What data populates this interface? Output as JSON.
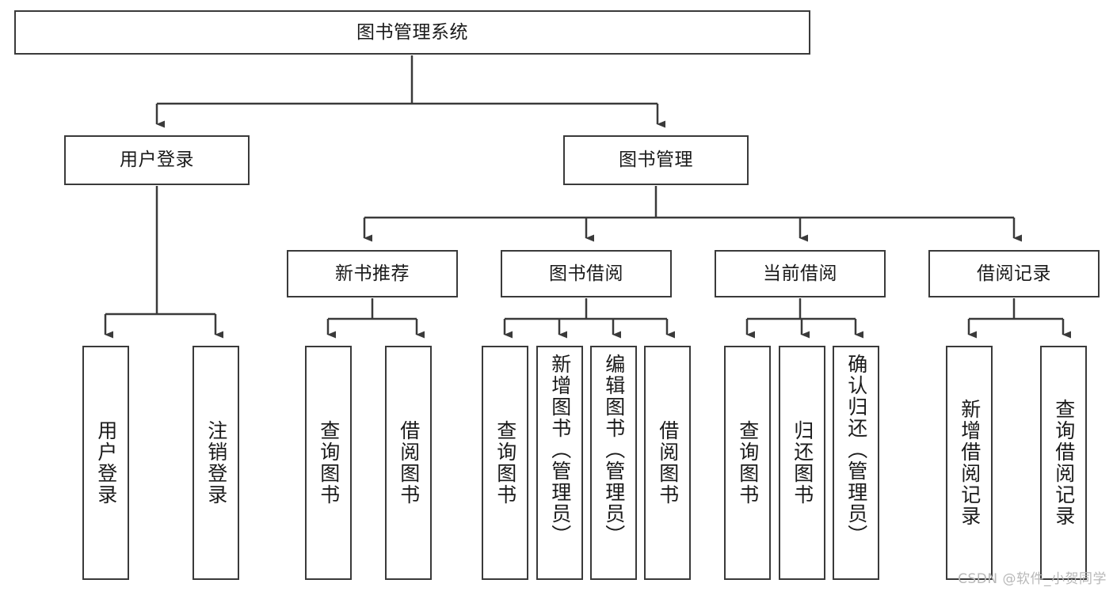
{
  "diagram": {
    "title": "图书管理系统",
    "type": "hierarchy-tree",
    "watermark": "CSDN @软件_小贺同学",
    "colors": {
      "border": "#3a3a3a",
      "background": "#ffffff",
      "text": "#1a1a1a",
      "watermark": "#b8b8b8"
    },
    "root": {
      "label": "图书管理系统"
    },
    "level1": [
      {
        "label": "用户登录"
      },
      {
        "label": "图书管理"
      }
    ],
    "level2": [
      {
        "label": "新书推荐"
      },
      {
        "label": "图书借阅"
      },
      {
        "label": "当前借阅"
      },
      {
        "label": "借阅记录"
      }
    ],
    "leaves": {
      "user_login": [
        {
          "label": "用户登录"
        },
        {
          "label": "注销登录"
        }
      ],
      "new_book_recommend": [
        {
          "label": "查询图书"
        },
        {
          "label": "借阅图书"
        }
      ],
      "book_borrow": [
        {
          "label": "查询图书"
        },
        {
          "label": "新增图书（管理员）"
        },
        {
          "label": "编辑图书（管理员）"
        },
        {
          "label": "借阅图书"
        }
      ],
      "current_borrow": [
        {
          "label": "查询图书"
        },
        {
          "label": "归还图书"
        },
        {
          "label": "确认归还（管理员）"
        }
      ],
      "borrow_record": [
        {
          "label": "新增借阅记录"
        },
        {
          "label": "查询借阅记录"
        }
      ]
    }
  }
}
